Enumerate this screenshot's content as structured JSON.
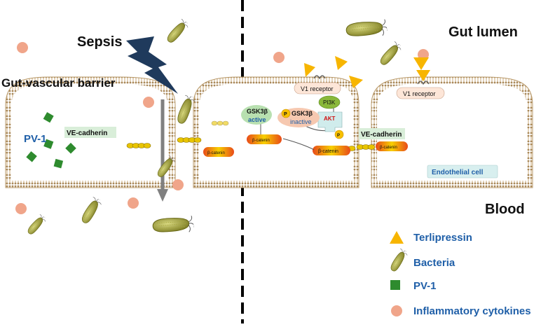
{
  "labels": {
    "sepsis": "Sepsis",
    "gut_lumen": "Gut lumen",
    "gut_vascular_barrier": "Gut-vascular barrier",
    "blood": "Blood",
    "pv1_cell": "PV-1",
    "ve_cadherin": "VE-cadherin",
    "beta_catenin": "β-catenin",
    "gsk3b_active_name": "GSK3β",
    "gsk3b_active_state": "active",
    "gsk3b_inactive_name": "GSK3β",
    "gsk3b_inactive_state": "inactive",
    "phospho": "P",
    "v1_receptor": "V1 receptor",
    "pi3k": "PI3K",
    "akt": "AKT",
    "endothelial_cell": "Endothelial cell"
  },
  "legend": {
    "items": [
      {
        "label": "Terlipressin",
        "icon": "terlipressin-triangle-icon"
      },
      {
        "label": "Bacteria",
        "icon": "bacteria-icon"
      },
      {
        "label": "PV-1",
        "icon": "pv1-square-icon"
      },
      {
        "label": "Inflammatory cytokines",
        "icon": "cytokine-circle-icon"
      }
    ]
  },
  "colors": {
    "text_blue": "#1f5fa8",
    "terlipressin": "#f7b500",
    "pv1": "#2e8b2e",
    "cytokine": "#f0a58a",
    "bacteria": "#9a9a2a",
    "lightning": "#1f3a5c",
    "membrane": "#c8a878",
    "ve_cadherin_box": "#d9eed9",
    "gsk_active": "#b8e0b0",
    "gsk_inactive": "#f6c8b0",
    "endothelial_box": "#d8efef"
  }
}
